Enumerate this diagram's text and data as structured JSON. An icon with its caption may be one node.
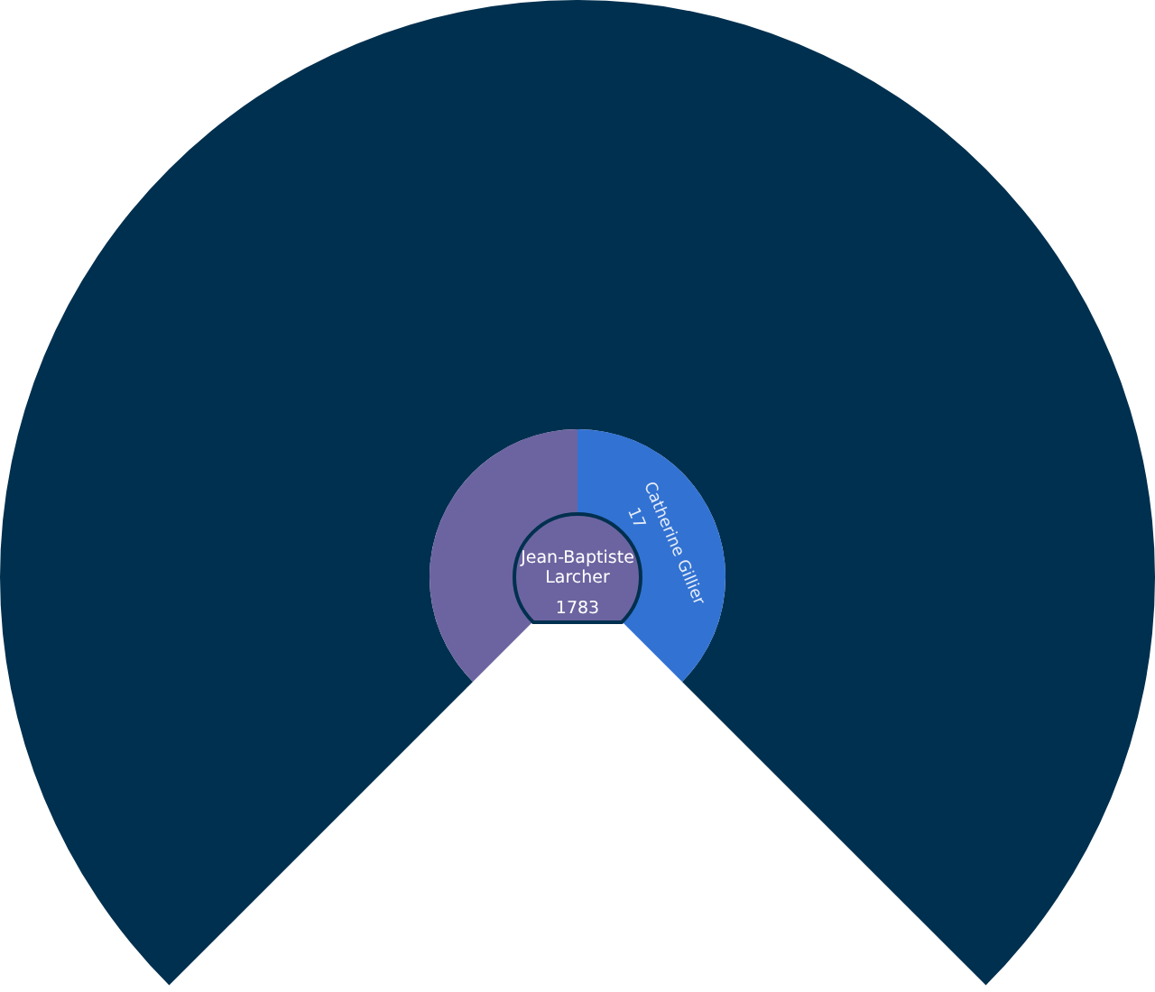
{
  "diagram": {
    "nodes": [
      {
        "text": [
          "Jean-Baptiste Larcher",
          "1783"
        ]
      },
      {
        "text": [],
        "shape": "band"
      },
      {
        "text": [
          "Catherine Gillier",
          "17"
        ]
      },
      {
        "text": [],
        "shape": "band"
      }
    ]
  }
}
